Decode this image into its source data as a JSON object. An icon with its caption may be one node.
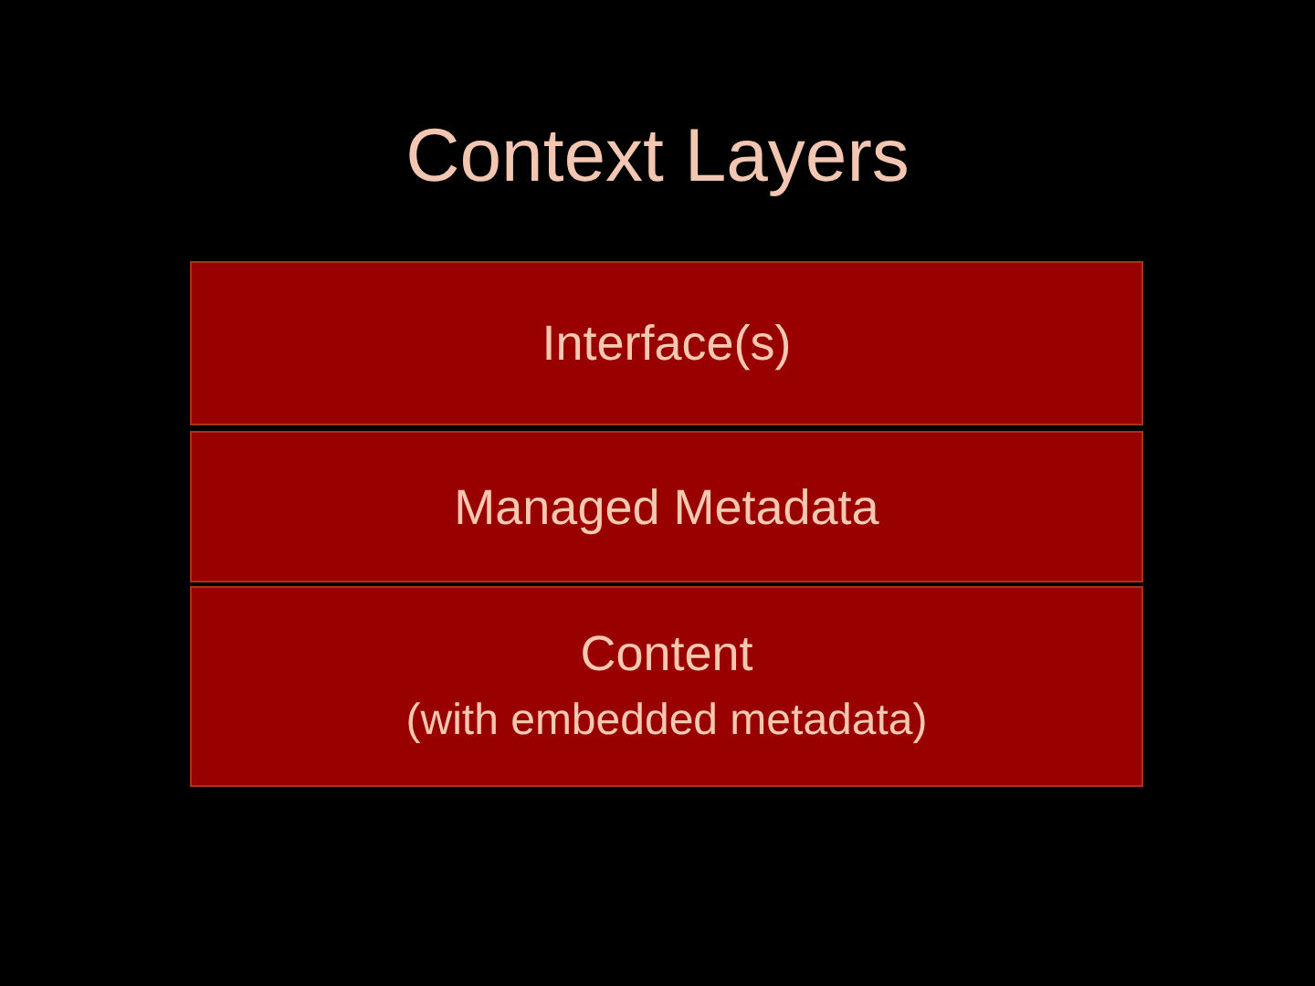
{
  "diagram": {
    "title": "Context Layers",
    "nodes": [
      {
        "text": [
          "Interface(s)"
        ]
      },
      {
        "text": [
          "Managed Metadata"
        ]
      },
      {
        "text": [
          "Content",
          "(with embedded metadata)"
        ]
      }
    ]
  }
}
